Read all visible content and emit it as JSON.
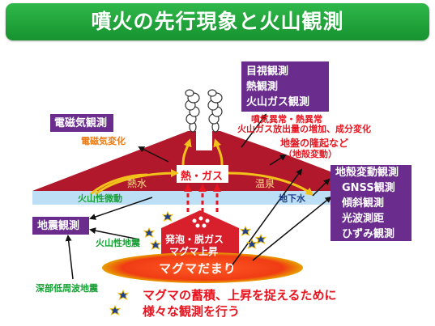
{
  "title": "噴火の先行現象と火山観測",
  "boxes": {
    "top_right": [
      "目視観測",
      "熱観測",
      "火山ガス観測"
    ],
    "em": "電磁気観測",
    "crust": [
      "地殻変動観測",
      "GNSS観測",
      "傾斜観測",
      "光波測距",
      "ひずみ観測"
    ],
    "seismic": "地震観測"
  },
  "labels": {
    "thermal_anomaly": "噴気異常・熱異常",
    "gas_increase": "火山ガス放出量の増加、成分変化",
    "em_change": "電磁気変化",
    "uplift_1": "地盤の隆起など",
    "uplift_2": "（地殻変動）",
    "hydrothermal": "熱水",
    "heat_gas": "熱・ガス",
    "hot_spring": "温泉",
    "volcanic_tremor": "火山性微動",
    "groundwater": "地下水",
    "degas_1": "発泡・脱ガス",
    "degas_2": "マグマ上昇",
    "volcanic_eq": "火山性地震",
    "magma_chamber": "マグマだまり",
    "deep_lf_eq": "深部低周波地震",
    "conclusion_1": "マグマの蓄積、上昇を捉えるために",
    "conclusion_2": "様々な観測を行う"
  },
  "colors": {
    "title_green": "#1fa33a",
    "box_purple": "#6a2d8e",
    "mountain_red": "#b2182b",
    "magma_orange": "#f04a1d",
    "text_red": "#e8141f",
    "text_orange": "#ee7a12",
    "text_green": "#19a137",
    "groundwater_blue": "#bcdff6",
    "heat_arrow_yellow": "#f2c21a"
  },
  "icons": [
    "smoke-plume-icon",
    "earthquake-star-icon",
    "arrow-icon"
  ]
}
